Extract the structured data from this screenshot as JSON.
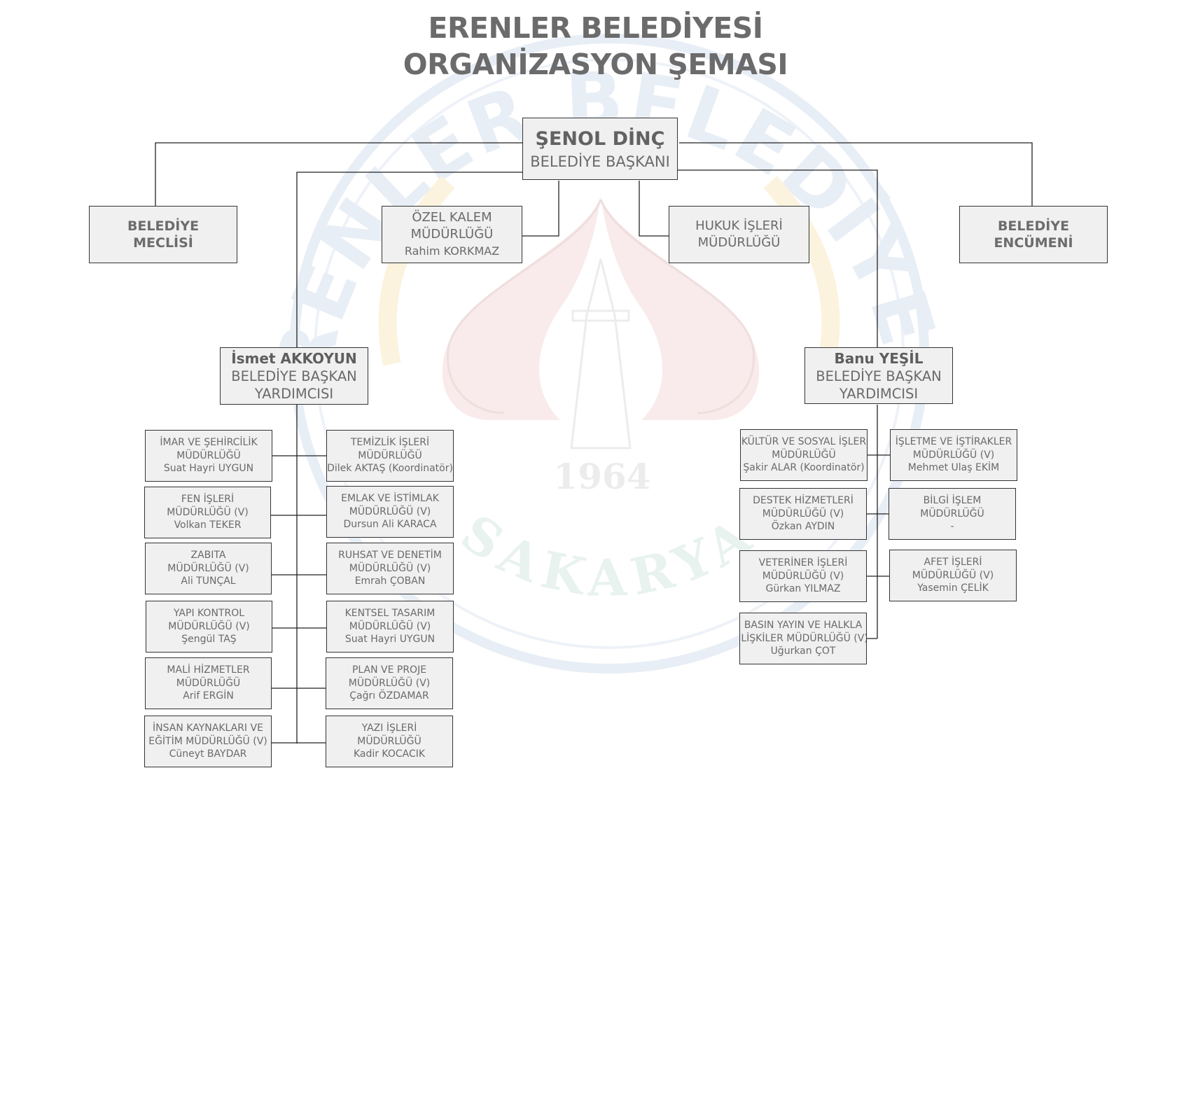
{
  "title": {
    "line1": "ERENLER BELEDİYESİ",
    "line2": "ORGANİZASYON ŞEMASI"
  },
  "president": {
    "name": "ŞENOL DİNÇ",
    "role": "BELEDİYE BAŞKANI"
  },
  "council": {
    "line1": "BELEDİYE",
    "line2": "MECLİSİ"
  },
  "committee": {
    "line1": "BELEDİYE",
    "line2": "ENCÜMENİ"
  },
  "private_office": {
    "line1": "ÖZEL KALEM",
    "line2": "MÜDÜRLÜĞÜ",
    "person": "Rahim KORKMAZ"
  },
  "legal": {
    "line1": "HUKUK İŞLERİ",
    "line2": "MÜDÜRLÜĞÜ"
  },
  "vp_left": {
    "name": "İsmet AKKOYUN",
    "role1": "BELEDİYE BAŞKAN",
    "role2": "YARDIMCISI"
  },
  "vp_right": {
    "name": "Banu YEŞİL",
    "role1": "BELEDİYE BAŞKAN",
    "role2": "YARDIMCISI"
  },
  "left_col_a": [
    {
      "line1": "İMAR VE ŞEHİRCİLİK",
      "line2": "MÜDÜRLÜĞÜ",
      "person": "Suat Hayri UYGUN"
    },
    {
      "line1": "FEN İŞLERİ",
      "line2": "MÜDÜRLÜĞÜ (V)",
      "person": "Volkan TEKER"
    },
    {
      "line1": "ZABITA",
      "line2": "MÜDÜRLÜĞÜ (V)",
      "person": "Ali TUNÇAL"
    },
    {
      "line1": "YAPI KONTROL",
      "line2": "MÜDÜRLÜĞÜ (V)",
      "person": "Şengül TAŞ"
    },
    {
      "line1": "MALİ HİZMETLER",
      "line2": "MÜDÜRLÜĞÜ",
      "person": "Arif ERGİN"
    },
    {
      "line1": "İNSAN KAYNAKLARI VE",
      "line2": "EĞİTİM MÜDÜRLÜĞÜ (V)",
      "person": "Cüneyt BAYDAR"
    }
  ],
  "left_col_b": [
    {
      "line1": "TEMİZLİK İŞLERİ",
      "line2": "MÜDÜRLÜĞÜ",
      "person": "Dilek AKTAŞ (Koordinatör)"
    },
    {
      "line1": "EMLAK VE İSTİMLAK",
      "line2": "MÜDÜRLÜĞÜ (V)",
      "person": "Dursun Ali KARACA"
    },
    {
      "line1": "RUHSAT VE DENETİM",
      "line2": "MÜDÜRLÜĞÜ (V)",
      "person": "Emrah ÇOBAN"
    },
    {
      "line1": "KENTSEL TASARIM",
      "line2": "MÜDÜRLÜĞÜ (V)",
      "person": "Suat Hayri UYGUN"
    },
    {
      "line1": "PLAN VE PROJE",
      "line2": "MÜDÜRLÜĞÜ (V)",
      "person": "Çağrı ÖZDAMAR"
    },
    {
      "line1": "YAZI İŞLERİ",
      "line2": "MÜDÜRLÜĞÜ",
      "person": "Kadir KOCACIK"
    }
  ],
  "right_col_a": [
    {
      "line1": "KÜLTÜR VE SOSYAL İŞLER",
      "line2": "MÜDÜRLÜĞÜ",
      "person": "Şakir ALAR (Koordinatör)"
    },
    {
      "line1": "DESTEK HİZMETLERİ",
      "line2": "MÜDÜRLÜĞÜ (V)",
      "person": "Özkan AYDIN"
    },
    {
      "line1": "VETERİNER İŞLERİ",
      "line2": "MÜDÜRLÜĞÜ (V)",
      "person": "Gürkan YILMAZ"
    },
    {
      "line1": "BASIN YAYIN VE HALKLA",
      "line2": "İLİŞKİLER MÜDÜRLÜĞÜ (V)",
      "person": "Uğurkan ÇOT"
    }
  ],
  "right_col_b": [
    {
      "line1": "İŞLETME VE İŞTİRAKLER",
      "line2": "MÜDÜRLÜĞÜ (V)",
      "person": "Mehmet Ulaş EKİM"
    },
    {
      "line1": "BİLGİ İŞLEM",
      "line2": "MÜDÜRLÜĞÜ",
      "person": "-"
    },
    {
      "line1": "AFET İŞLERİ",
      "line2": "MÜDÜRLÜĞÜ (V)",
      "person": "Yasemin ÇELİK"
    }
  ],
  "watermark": {
    "arc_text": "ERENLER BELEDİYESİ",
    "bottom_text": "SAKARYA",
    "year": "1964",
    "colors": {
      "blue": "#e8eef6",
      "red": "#f8e6e6",
      "gold": "#fbf3de",
      "teal": "#e8f2ef"
    }
  },
  "colors": {
    "box_fill": "#f0f0f0",
    "border": "#333333",
    "text": "#6a6a6a",
    "title": "#6b6b6b"
  }
}
